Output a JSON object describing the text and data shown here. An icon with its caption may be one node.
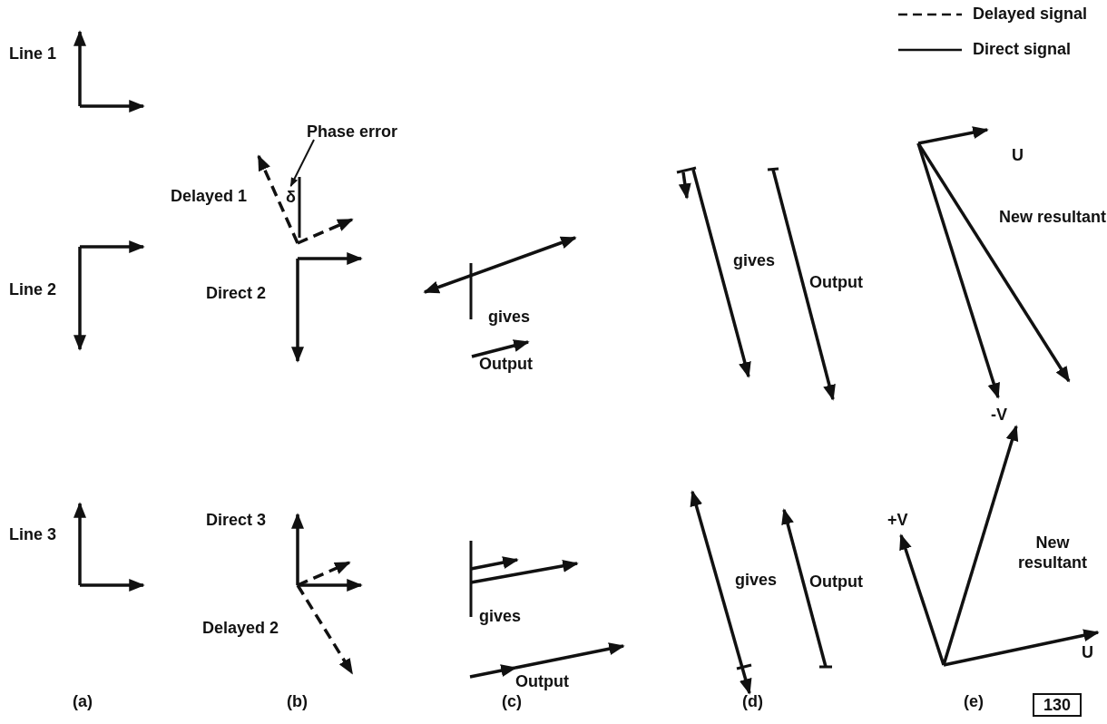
{
  "diagram": {
    "nodes": [
      {
        "text": [
          "Phase error"
        ]
      },
      {
        "text": [
          "δ"
        ]
      },
      {
        "text": [
          "130"
        ]
      }
    ],
    "edges": [
      {
        "from": 0,
        "to": 1,
        "arrow": "to"
      }
    ],
    "labels": [
      "Line 1",
      "Line 2",
      "Line 3",
      "Delayed 1",
      "Direct 2",
      "gives",
      "Output",
      "gives",
      "Output",
      "U",
      "New resultant",
      "-V",
      "Direct 3",
      "Delayed 2",
      "gives",
      "Output",
      "gives",
      "Output",
      "+V",
      "New resultant",
      "U",
      "(a)",
      "(b)",
      "(c)",
      "(d)",
      "(e)"
    ],
    "legend": [
      {
        "text": "Delayed signal"
      },
      {
        "text": "Direct signal"
      }
    ]
  }
}
